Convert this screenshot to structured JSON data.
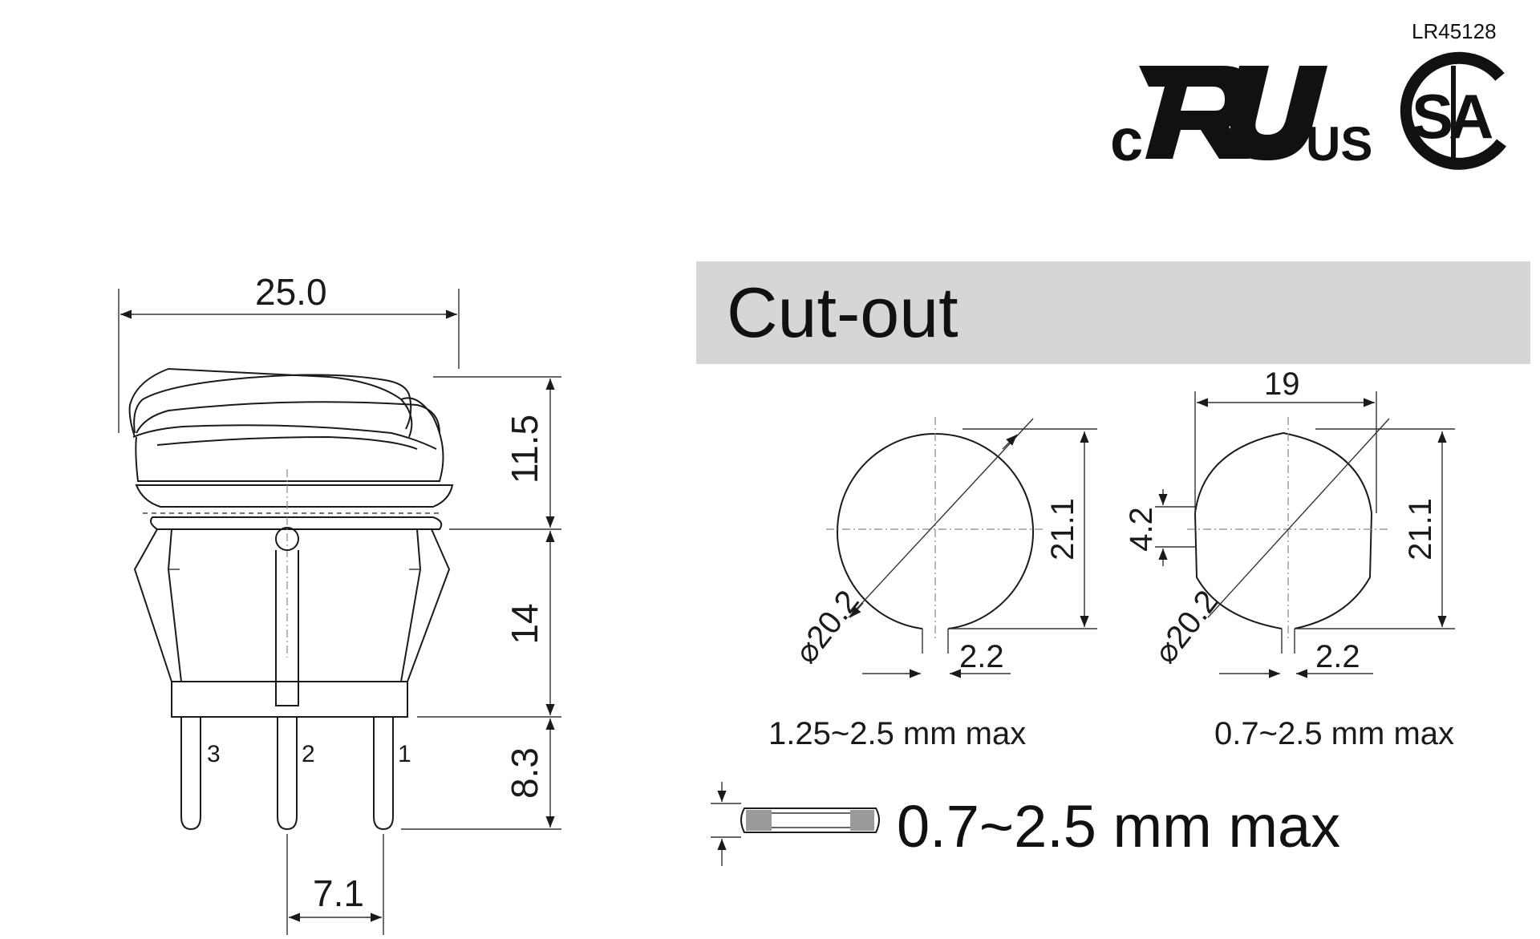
{
  "certification": {
    "file_number": "LR45128",
    "ul_mark": {
      "prefix": "c",
      "suffix": "US"
    },
    "csa_mark": "CSA"
  },
  "side_view": {
    "width": "25.0",
    "cap_height": "11.5",
    "body_height": "14",
    "pin_length": "8.3",
    "pin_pitch": "7.1",
    "pins": [
      "3",
      "2",
      "1"
    ]
  },
  "cutout": {
    "header": "Cut-out",
    "round": {
      "diameter": "⌀20.2",
      "height": "21.1",
      "notch": "2.2",
      "panel_thickness": "1.25~2.5 mm max"
    },
    "flat": {
      "width": "19",
      "diameter": "⌀20.2",
      "height": "21.1",
      "key_offset": "4.2",
      "notch": "2.2",
      "panel_thickness": "0.7~2.5 mm max"
    }
  },
  "gasket": {
    "thickness": "0.7~2.5 mm max"
  }
}
